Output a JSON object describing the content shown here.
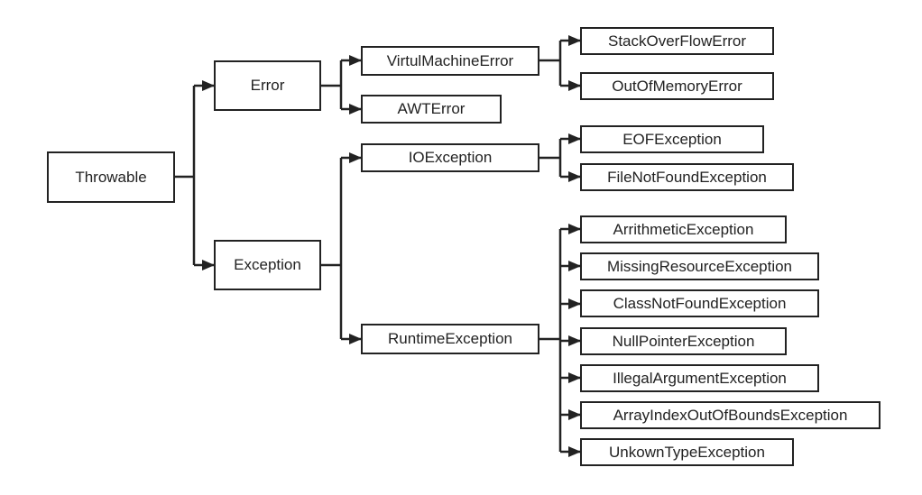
{
  "nodes": {
    "throwable": "Throwable",
    "error": "Error",
    "exception": "Exception",
    "virtual_machine_error": "VirtulMachineError",
    "awt_error": "AWTError",
    "io_exception": "IOException",
    "runtime_exception": "RuntimeException",
    "stack_overflow_error": "StackOverFlowError",
    "out_of_memory_error": "OutOfMemoryError",
    "eof_exception": "EOFException",
    "file_not_found_exception": "FileNotFoundException",
    "arithmetic_exception": "ArrithmeticException",
    "missing_resource_exception": "MissingResourceException",
    "class_not_found_exception": "ClassNotFoundException",
    "null_pointer_exception": "NullPointerException",
    "illegal_argument_exception": "IllegalArgumentException",
    "array_index_out_of_bounds_exception": "ArrayIndexOutOfBoundsException",
    "unknown_type_exception": "UnkownTypeException"
  }
}
